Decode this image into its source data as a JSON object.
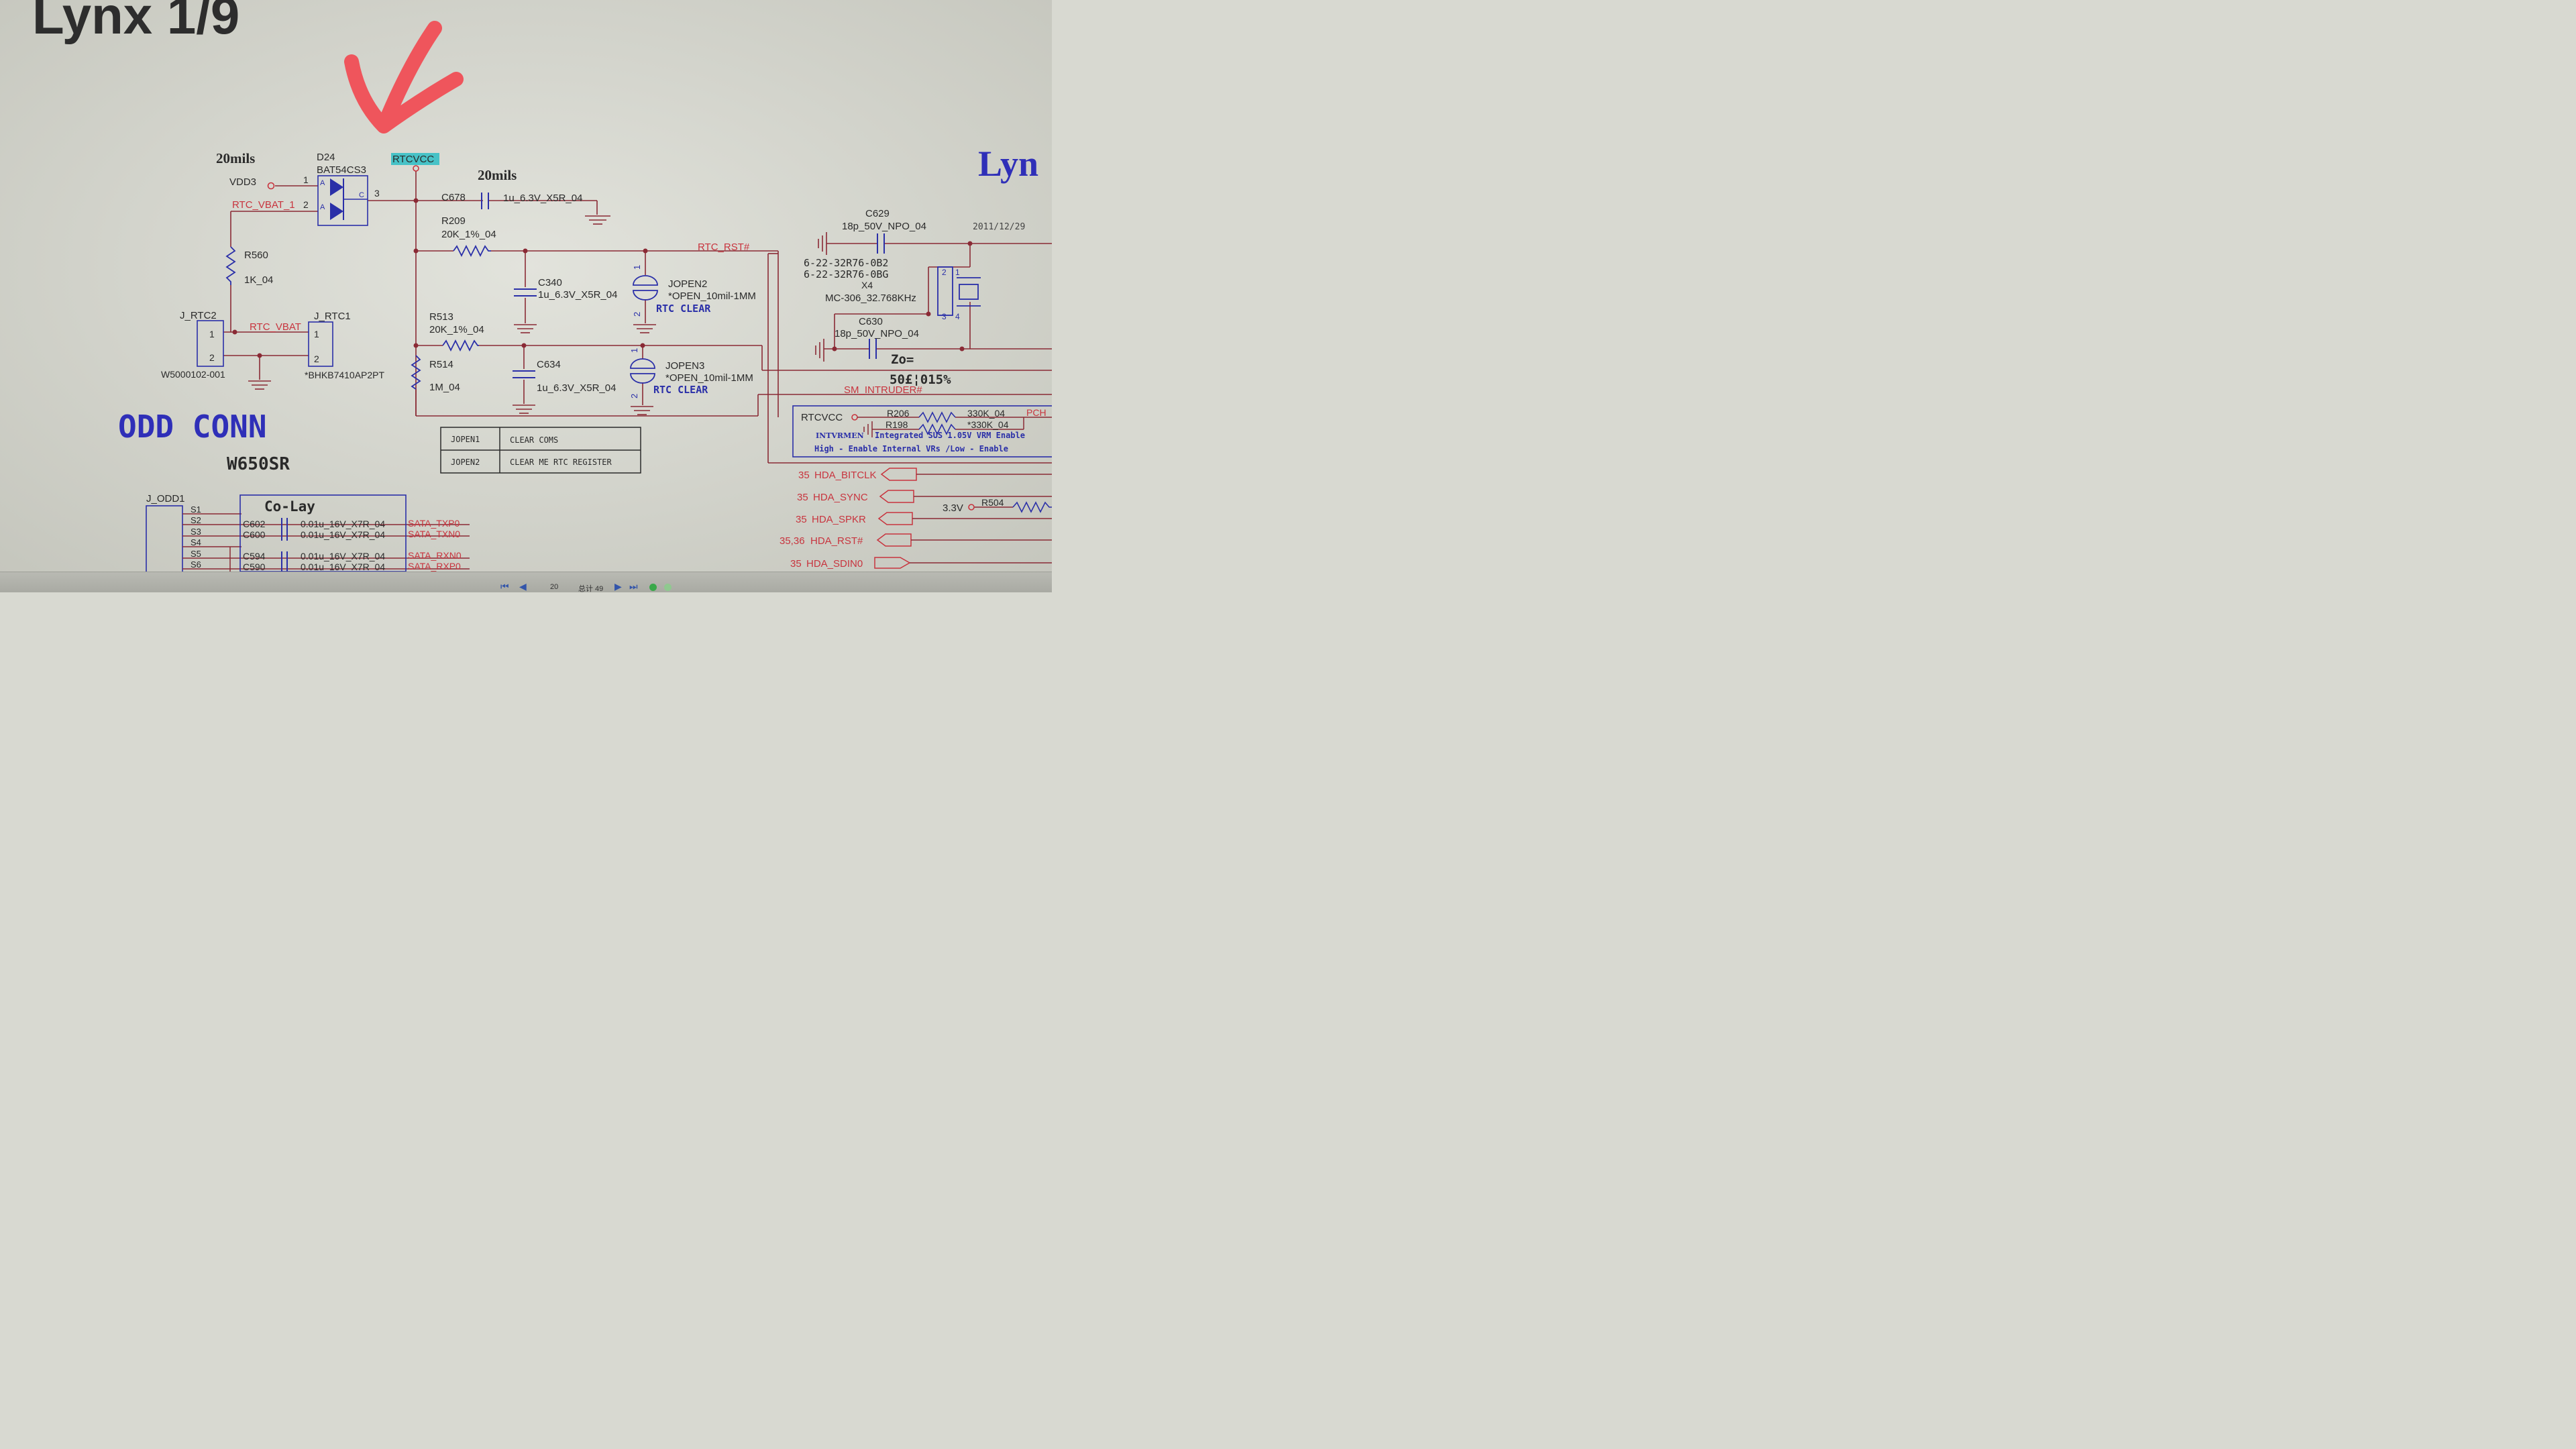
{
  "sheet": {
    "title": "Lynx 1/9",
    "title_right": "Lyn",
    "date": "2011/12/29"
  },
  "colors": {
    "background": "#d8d9d1",
    "wire": "#8a2a35",
    "symbol": "#2a2fa8",
    "label_black": "#2a2a2a",
    "net_red": "#c8343e",
    "blue_heading": "#2f2fb8",
    "net_highlight": "#47c2c7",
    "annotation_arrow": "#f04e55"
  },
  "power": {
    "width_left": "20mils",
    "width_right": "20mils",
    "vdd3": "VDD3",
    "rtc_vbat_1": "RTC_VBAT_1",
    "rtcvcc": "RTCVCC",
    "rtc_vbat": "RTC_VBAT",
    "rtc_rst": "RTC_RST#",
    "sm_intruder": "SM_INTRUDER#"
  },
  "d24": {
    "ref": "D24",
    "part": "BAT54CS3",
    "pin1": "1",
    "pin2": "2",
    "pin3": "3",
    "a1": "A",
    "a2": "A",
    "c": "C"
  },
  "c678": {
    "ref": "C678",
    "value": "1u_6.3V_X5R_04"
  },
  "r209": {
    "ref": "R209",
    "value": "20K_1%_04"
  },
  "r560": {
    "ref": "R560",
    "value": "1K_04"
  },
  "c340": {
    "ref": "C340",
    "value": "1u_6.3V_X5R_04"
  },
  "jopen2": {
    "ref": "JOPEN2",
    "value": "*OPEN_10mil-1MM",
    "label": "RTC CLEAR",
    "pin1": "1",
    "pin2": "2"
  },
  "r513": {
    "ref": "R513",
    "value": "20K_1%_04"
  },
  "r514": {
    "ref": "R514",
    "value": "1M_04"
  },
  "c634": {
    "ref": "C634",
    "value": "1u_6.3V_X5R_04"
  },
  "jopen3": {
    "ref": "JOPEN3",
    "value": "*OPEN_10mil-1MM",
    "label": "RTC CLEAR",
    "pin1": "1",
    "pin2": "2"
  },
  "j_rtc2": {
    "ref": "J_RTC2",
    "part": "W5000102-001",
    "pin1": "1",
    "pin2": "2"
  },
  "j_rtc1": {
    "ref": "J_RTC1",
    "part": "*BHKB7410AP2PT",
    "pin1": "1",
    "pin2": "2"
  },
  "jumper_table": {
    "rows": [
      {
        "jumper": "JOPEN1",
        "function": "CLEAR COMS"
      },
      {
        "jumper": "JOPEN2",
        "function": "CLEAR ME RTC REGISTER"
      }
    ]
  },
  "odd": {
    "heading": "ODD CONN",
    "model": "W650SR",
    "ref": "J_ODD1",
    "pins": [
      "S1",
      "S2",
      "S3",
      "S4",
      "S5",
      "S6"
    ],
    "colay": "Co-Lay",
    "caps": [
      {
        "ref": "C602",
        "value": "0.01u_16V_X7R_04",
        "net": "SATA_TXP0"
      },
      {
        "ref": "C600",
        "value": "0.01u_16V_X7R_04",
        "net": "SATA_TXN0"
      },
      {
        "ref": "C594",
        "value": "0.01u_16V_X7R_04",
        "net": "SATA_RXN0"
      },
      {
        "ref": "C590",
        "value": "0.01u_16V_X7R_04",
        "net": "SATA_RXP0"
      }
    ]
  },
  "crystal": {
    "c629_ref": "C629",
    "c629_value": "18p_50V_NPO_04",
    "part1": "6-22-32R76-0B2",
    "part2": "6-22-32R76-0BG",
    "ref": "X4",
    "value": "MC-306_32.768KHz",
    "c630_ref": "C630",
    "c630_value": "18p_50V_NPO_04",
    "zo": "Zo=",
    "zo_value": "50£¦015%",
    "pin1": "1",
    "pin2": "2",
    "pin3": "3",
    "pin4": "4"
  },
  "intvrmen": {
    "rtcvcc": "RTCVCC",
    "r206_ref": "R206",
    "r206_value": "330K_04",
    "r198_ref": "R198",
    "r198_value": "*330K_04",
    "pch": "PCH",
    "label": "INTVRMEN",
    "note1": "Integrated SUS 1.05V VRM Enable",
    "note2": "High - Enable Internal VRs /Low - Enable"
  },
  "hda": [
    {
      "num": "35",
      "net": "HDA_BITCLK"
    },
    {
      "num": "35",
      "net": "HDA_SYNC"
    },
    {
      "num": "35",
      "net": "HDA_SPKR"
    },
    {
      "num": "35,36",
      "net": "HDA_RST#"
    },
    {
      "num": "35",
      "net": "HDA_SDIN0"
    }
  ],
  "r504": {
    "supply": "3.3V",
    "ref": "R504"
  },
  "viewer": {
    "page": "20",
    "total": "总计 49"
  }
}
